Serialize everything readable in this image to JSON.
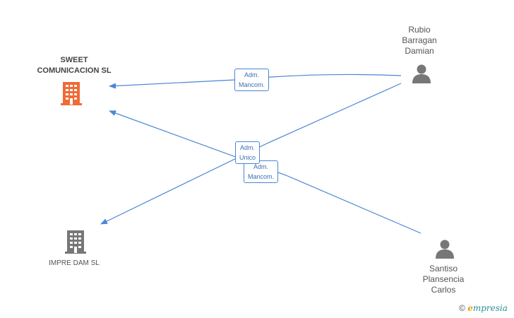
{
  "nodes": {
    "sweet": {
      "line1": "SWEET",
      "line2": "COMUNICACION SL",
      "color": "#f06a35"
    },
    "impre": {
      "label": "IMPRE DAM SL",
      "color": "#777777"
    },
    "rubio": {
      "line1": "Rubio",
      "line2": "Barragan",
      "line3": "Damian",
      "color": "#777777"
    },
    "santiso": {
      "line1": "Santiso",
      "line2": "Plansencia",
      "line3": "Carlos",
      "color": "#777777"
    }
  },
  "edges": {
    "e1": {
      "line1": "Adm.",
      "line2": "Mancom."
    },
    "e2": {
      "line1": "Adm.",
      "line2": "Unico"
    },
    "e3": {
      "line1": "Adm.",
      "line2": "Mancom."
    }
  },
  "footer": {
    "copyright": "©",
    "brand_e": "e",
    "brand_rest": "mpresia"
  },
  "colors": {
    "edge": "#4a86d6"
  }
}
